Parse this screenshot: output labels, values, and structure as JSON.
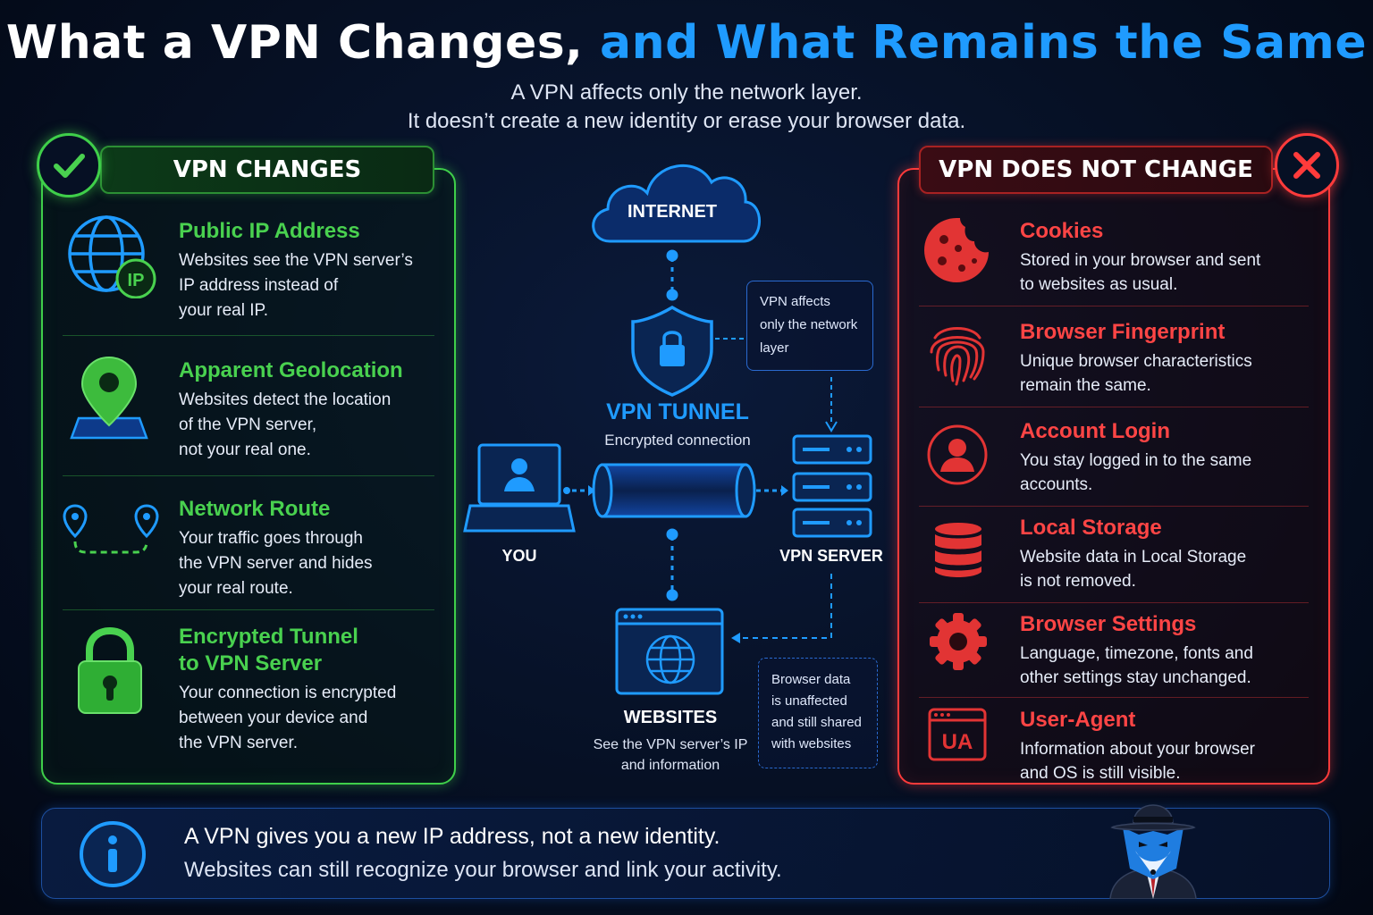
{
  "title": {
    "part1": "What a VPN Changes,",
    "part2": "and What Remains the Same"
  },
  "subtitle": {
    "line1": "A VPN affects only the network layer.",
    "line2": "It doesn’t create a new identity or erase your browser data."
  },
  "left": {
    "header": "VPN CHANGES",
    "items": [
      {
        "title": "Public IP Address",
        "desc": [
          "Websites see the VPN server’s",
          "IP address instead of",
          "your real IP."
        ],
        "icon": "globe-ip-icon",
        "badge": "IP"
      },
      {
        "title": "Apparent Geolocation",
        "desc": [
          "Websites detect the location",
          "of the VPN server,",
          "not your real one."
        ],
        "icon": "map-pin-icon"
      },
      {
        "title": "Network Route",
        "desc": [
          "Your traffic goes through",
          "the VPN server and hides",
          "your real route."
        ],
        "icon": "route-icon"
      },
      {
        "title": [
          "Encrypted Tunnel",
          "to VPN Server"
        ],
        "desc": [
          "Your connection is encrypted",
          "between your device and",
          "the VPN server."
        ],
        "icon": "padlock-icon"
      }
    ]
  },
  "right": {
    "header": "VPN DOES NOT CHANGE",
    "items": [
      {
        "title": "Cookies",
        "desc": [
          "Stored in your browser and sent",
          "to websites as usual."
        ],
        "icon": "cookie-icon"
      },
      {
        "title": "Browser Fingerprint",
        "desc": [
          "Unique browser characteristics",
          "remain the same."
        ],
        "icon": "fingerprint-icon"
      },
      {
        "title": "Account Login",
        "desc": [
          "You stay logged in to the same",
          "accounts."
        ],
        "icon": "user-icon"
      },
      {
        "title": "Local Storage",
        "desc": [
          "Website data in Local Storage",
          "is not removed."
        ],
        "icon": "database-icon"
      },
      {
        "title": "Browser Settings",
        "desc": [
          "Language, timezone, fonts and",
          "other settings stay unchanged."
        ],
        "icon": "gear-icon"
      },
      {
        "title": "User-Agent",
        "desc": [
          "Information about your browser",
          "and OS is still visible."
        ],
        "icon": "user-agent-icon",
        "badge": "UA"
      }
    ]
  },
  "center": {
    "internet": "INTERNET",
    "tunnel_title": "VPN TUNNEL",
    "tunnel_sub": "Encrypted connection",
    "you": "YOU",
    "server": "VPN SERVER",
    "websites": "WEBSITES",
    "websites_sub": [
      "See the VPN server’s IP",
      "and information"
    ],
    "note1": [
      "VPN affects",
      "only the network",
      "layer"
    ],
    "note2": [
      "Browser data",
      "is unaffected",
      "and still shared",
      "with websites"
    ]
  },
  "bottom": {
    "line1": "A VPN gives you a new IP address, not a new identity.",
    "line2": "Websites can still recognize your browser and link your activity."
  },
  "colors": {
    "green": "#49d14f",
    "red": "#ff4545",
    "blue": "#1f9bff",
    "background": "#061024"
  }
}
